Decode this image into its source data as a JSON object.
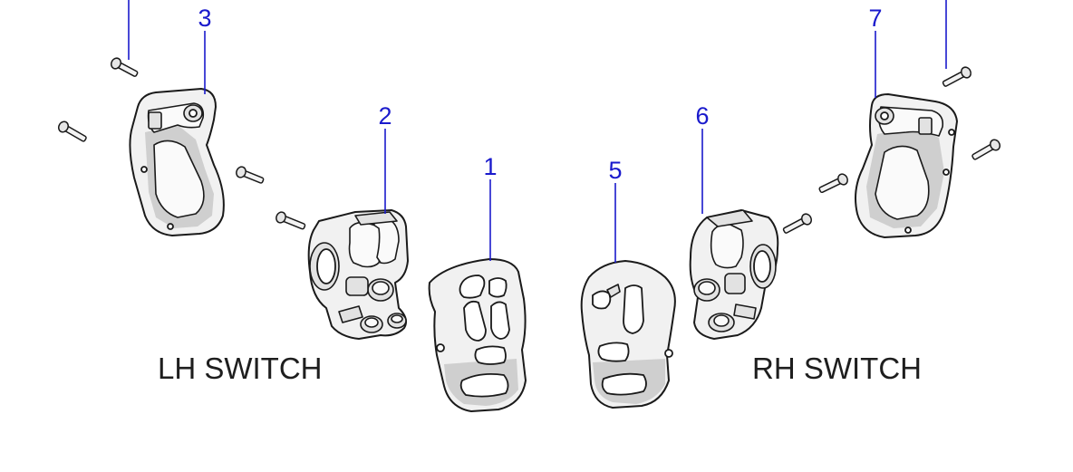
{
  "labels": {
    "lh_switch": "LH SWITCH",
    "rh_switch": "RH SWITCH"
  },
  "callouts": [
    {
      "id": "1",
      "text": "1"
    },
    {
      "id": "2",
      "text": "2"
    },
    {
      "id": "3",
      "text": "3"
    },
    {
      "id": "5",
      "text": "5"
    },
    {
      "id": "6",
      "text": "6"
    },
    {
      "id": "7",
      "text": "7"
    }
  ],
  "colors": {
    "callout": "#1a1acc",
    "label": "#1e1e1e",
    "background": "#ffffff"
  }
}
